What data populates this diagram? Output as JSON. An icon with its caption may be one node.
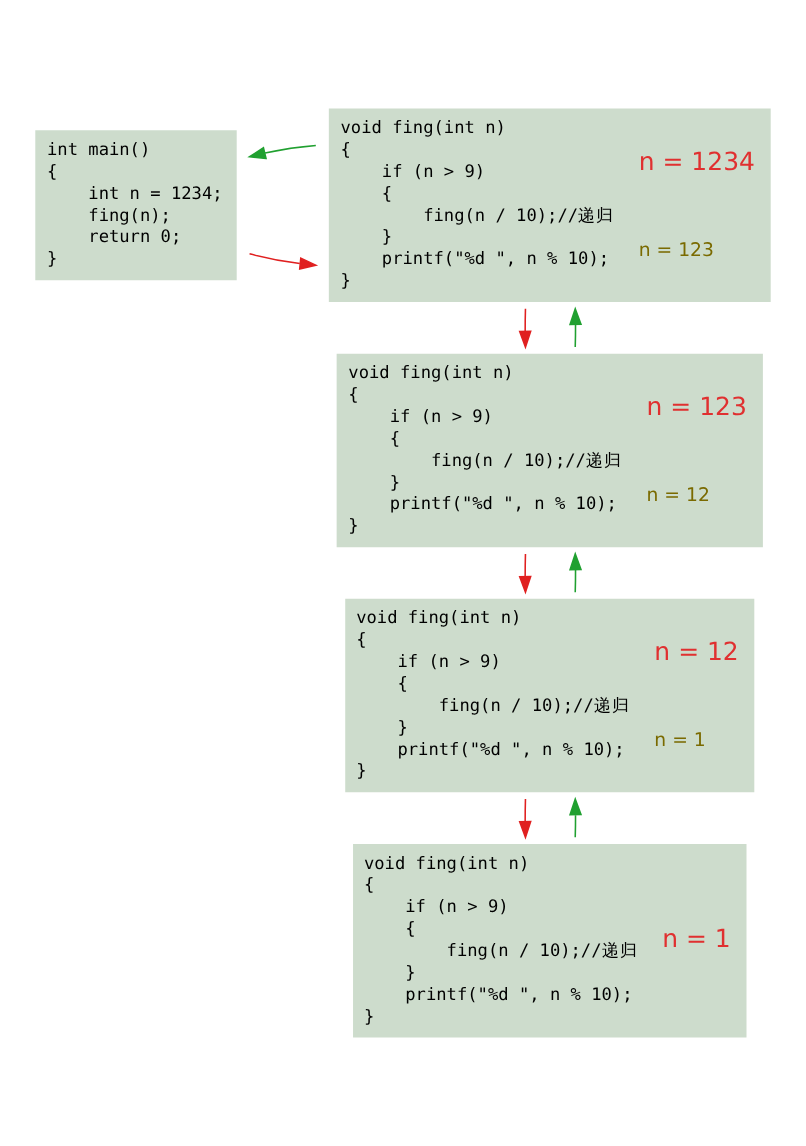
{
  "diagram": {
    "nodes": [
      {
        "text": [
          "int main()",
          "{",
          "int n = 1234;",
          "fing(n);",
          "return 0;",
          "}"
        ]
      },
      {
        "text": [
          "void fing(int n)",
          "{",
          "if (n > 9)",
          "{",
          "fing(n / 10);//递归",
          "}",
          "printf(\"%d \", n % 10);",
          "}",
          "n = 1234",
          "n = 123"
        ]
      },
      {
        "text": [
          "void fing(int n)",
          "{",
          "if (n > 9)",
          "{",
          "fing(n / 10);//递归",
          "}",
          "printf(\"%d \", n % 10);",
          "}",
          "n = 123",
          "n = 12"
        ]
      },
      {
        "text": [
          "void fing(int n)",
          "{",
          "if (n > 9)",
          "{",
          "fing(n / 10);//递归",
          "}",
          "printf(\"%d \", n % 10);",
          "}",
          "n = 12",
          "n = 1"
        ]
      },
      {
        "text": [
          "void fing(int n)",
          "{",
          "if (n > 9)",
          "{",
          "fing(n / 10);//递归",
          "}",
          "printf(\"%d \", n % 10);",
          "}",
          "n = 1"
        ]
      }
    ],
    "edges": [
      {
        "from": 0,
        "to": 1,
        "arrow": "to",
        "color": "#e02020"
      },
      {
        "from": 1,
        "to": 2,
        "arrow": "to",
        "color": "#e02020"
      },
      {
        "from": 2,
        "to": 3,
        "arrow": "to",
        "color": "#e02020"
      },
      {
        "from": 3,
        "to": 4,
        "arrow": "to",
        "color": "#e02020"
      },
      {
        "from": 4,
        "to": 3,
        "arrow": "to",
        "color": "#20a030"
      },
      {
        "from": 3,
        "to": 2,
        "arrow": "to",
        "color": "#20a030"
      },
      {
        "from": 2,
        "to": 1,
        "arrow": "to",
        "color": "#20a030"
      },
      {
        "from": 1,
        "to": 0,
        "arrow": "to",
        "color": "#20a030"
      }
    ]
  }
}
